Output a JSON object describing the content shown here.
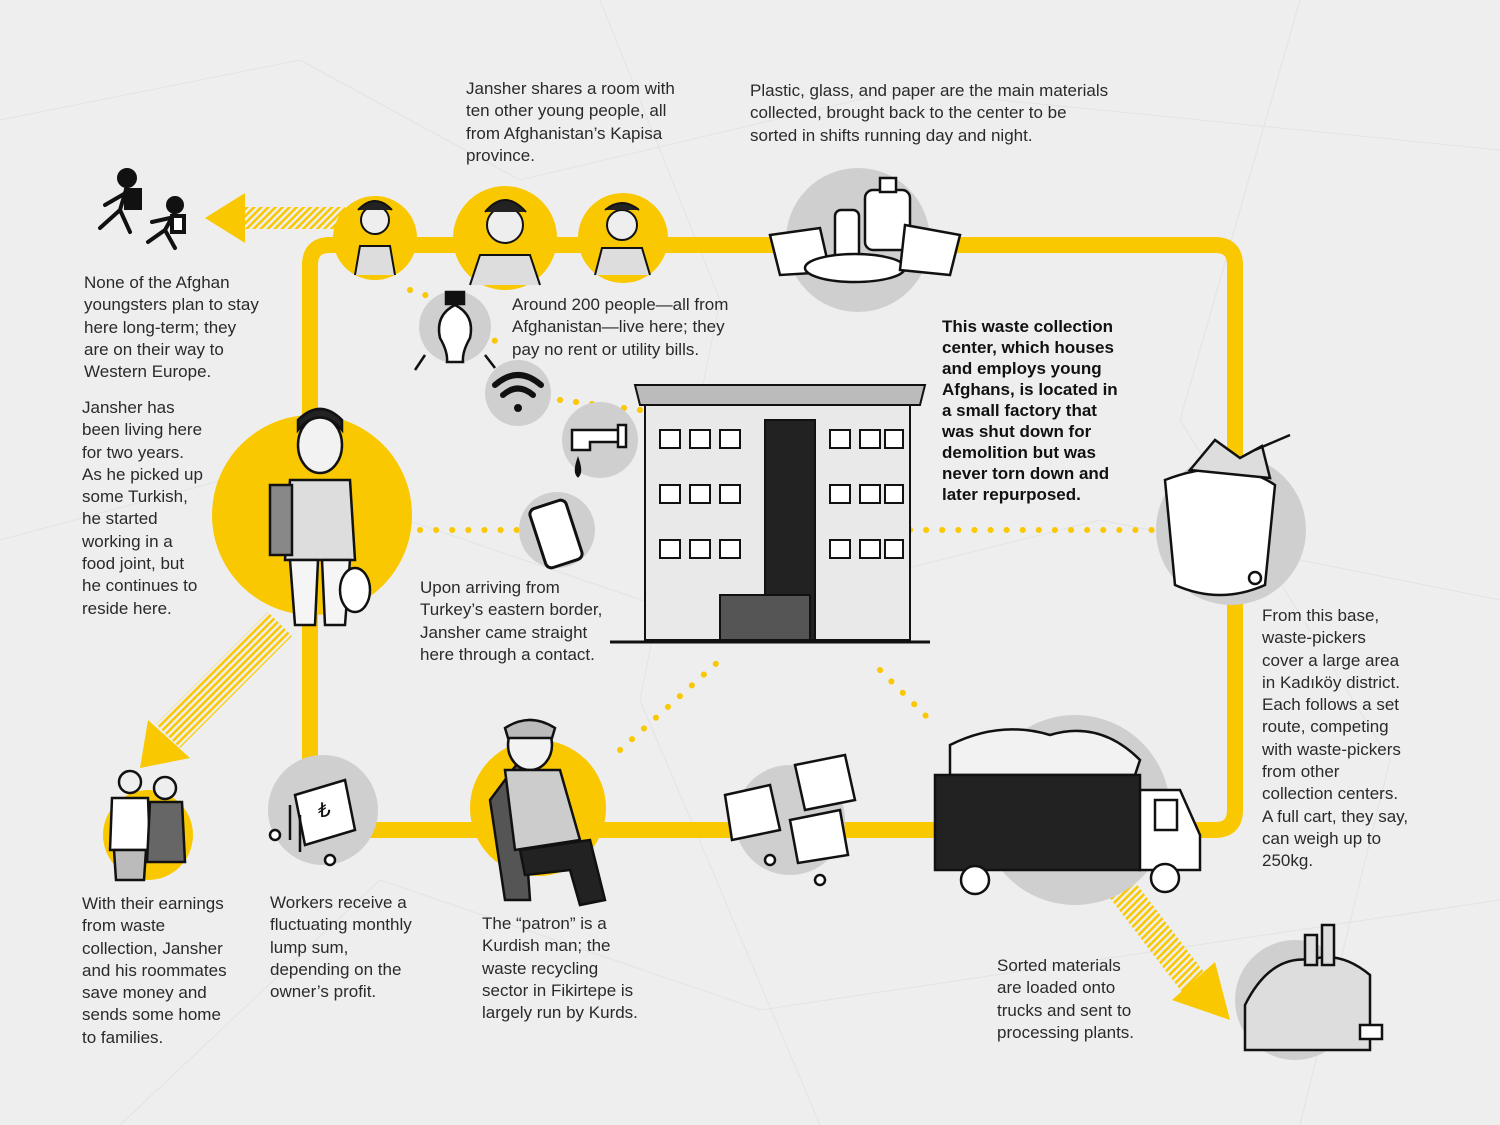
{
  "colors": {
    "accent": "#f9c800",
    "circle_gray": "#cfcfcf",
    "background": "#eeeeee",
    "ink": "#222222"
  },
  "captions": {
    "roommates": "Jansher shares a room with\nten other young people, all\nfrom Afghanistan’s Kapisa\nprovince.",
    "materials": "Plastic, glass, and paper are the main materials\ncollected, brought back to the center to be\nsorted in shifts running day and night.",
    "moving_on": "None of the Afghan\nyoungsters plan to stay\nhere long-term; they\nare on their way to\nWestern Europe.",
    "residents": "Around 200 people—all from\nAfghanistan—live here; they\npay no rent or utility bills.",
    "center": "This waste collection\ncenter, which houses\nand employs young\nAfghans, is located in\na small factory that\nwas shut down for\ndemolition but was\nnever torn down and\nlater repurposed.",
    "jansher": "Jansher has\nbeen living here\nfor two years.\nAs he picked up\nsome Turkish,\nhe started\nworking in a\nfood joint, but\nhe continues to\nreside here.",
    "arrival": "Upon arriving from\nTurkey’s eastern border,\nJansher came straight\nhere through a contact.",
    "waste_pickers": "From this base,\nwaste-pickers\ncover a large area\nin Kadıköy district.\nEach follows a set\nroute, competing\nwith waste-pickers\nfrom other\ncollection centers.\nA full cart, they say,\ncan weigh up to\n250kg.",
    "earnings": "With their earnings\nfrom waste\ncollection, Jansher\nand his roommates\nsave money and\nsends some home\nto families.",
    "wages": "Workers receive a\nfluctuating monthly\nlump sum,\ndepending on the\nowner’s profit.",
    "patron": "The “patron” is a\nKurdish man; the\nwaste recycling\nsector in Fikirtepe is\nlargely run by Kurds.",
    "trucks": "Sorted materials\nare loaded onto\ntrucks and sent to\nprocessing plants."
  },
  "icons": [
    "running-migrants-icon",
    "roommate-avatar-icon",
    "recyclables-icon",
    "lightbulb-icon",
    "wifi-icon",
    "water-tap-icon",
    "smartphone-icon",
    "building-icon",
    "jansher-figure-icon",
    "waste-cart-icon",
    "family-icon",
    "lira-stack-icon",
    "patron-figure-icon",
    "truck-icon",
    "processing-plant-icon"
  ]
}
